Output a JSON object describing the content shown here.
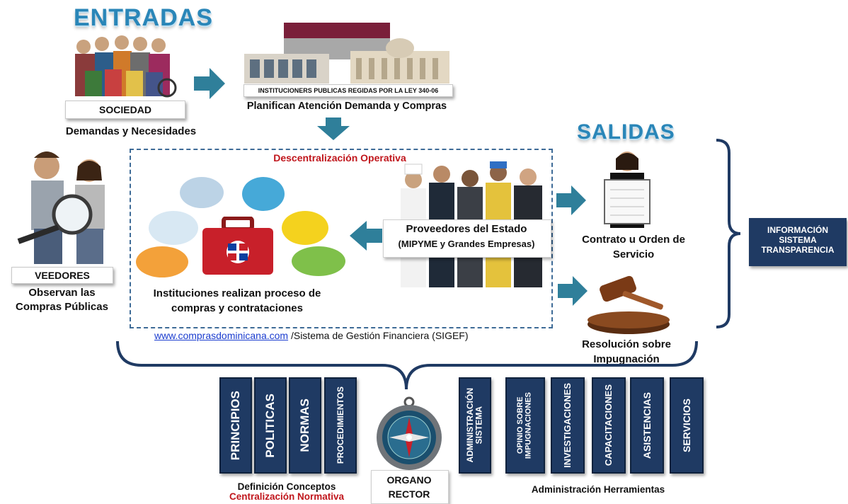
{
  "entradas_title": "ENTRADAS",
  "salidas_title": "SALIDAS",
  "sociedad": {
    "label": "SOCIEDAD",
    "caption": "Demandas y Necesidades"
  },
  "instituciones_top": {
    "banner": "INSTITUCIONERS PUBLICAS REGIDAS POR LA LEY 340-06",
    "caption": "Planifican Atención Demanda y Compras"
  },
  "veedores": {
    "label": "VEEDORES",
    "caption_line1": "Observan las",
    "caption_line2": "Compras Públicas"
  },
  "center_box": {
    "title": "Descentralización Operativa",
    "instituciones_line1": "Instituciones realizan proceso de",
    "instituciones_line2": "compras y contrataciones",
    "proveedores_line1": "Proveedores del Estado",
    "proveedores_line2": "(MIPYME y Grandes Empresas)"
  },
  "footer_link": {
    "url": "www.comprasdominicana.com",
    "rest": " /Sistema de Gestión Financiera (SIGEF)"
  },
  "contrato": {
    "line1": "Contrato u Orden de",
    "line2": "Servicio"
  },
  "resolucion": {
    "line1": "Resolución sobre",
    "line2": "Impugnación"
  },
  "info_box": {
    "line1": "INFORMACIÓN",
    "line2": "SISTEMA",
    "line3": "TRANSPARENCIA"
  },
  "pillars_left": [
    "PRINCIPIOS",
    "POLITICAS",
    "NORMAS",
    "PROCEDIMIENTOS"
  ],
  "pillars_right": [
    "ADMINISTRACIÓN\nSISTEMA",
    "OPINIO SOBRE\nIMPUGNACIONES",
    "INVESTIGACIONES",
    "CAPACITACIONES",
    "ASISTENCIAS",
    "SERVICIOS"
  ],
  "definicion": {
    "line1": "Definición Conceptos",
    "line2": "Centralización Normativa"
  },
  "organo": {
    "line1": "ORGANO",
    "line2": "RECTOR"
  },
  "administracion": "Administración Herramientas",
  "colors": {
    "accent_blue": "#2a86b8",
    "arrow_teal": "#2f7f9a",
    "dark_navy": "#1f3a63",
    "red": "#c0161c",
    "link": "#1a3ccf"
  }
}
